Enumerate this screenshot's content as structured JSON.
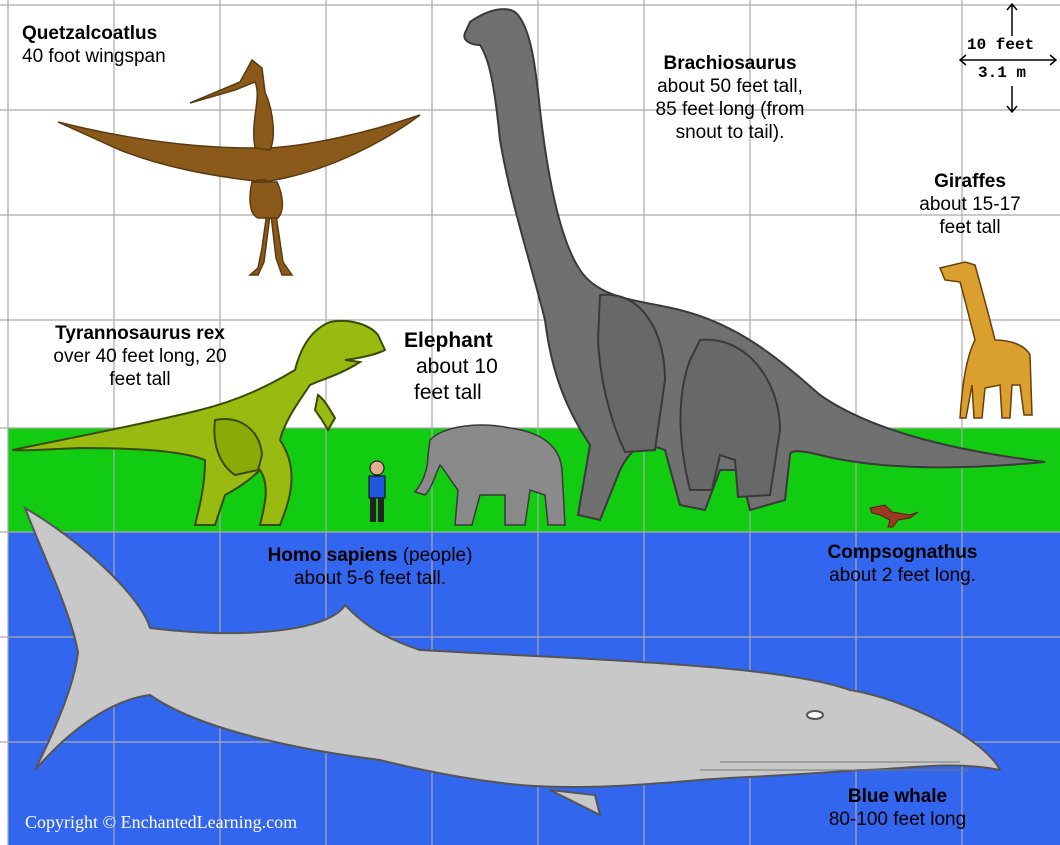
{
  "animals": {
    "quetzalcoatlus": {
      "name": "Quetzalcoatlus",
      "desc": "40 foot wingspan"
    },
    "brachiosaurus": {
      "name": "Brachiosaurus",
      "line1": "about 50 feet tall,",
      "line2": "85 feet long (from",
      "line3": "snout to tail)."
    },
    "giraffes": {
      "name": "Giraffes",
      "line1": "about 15-17",
      "line2": "feet tall"
    },
    "trex": {
      "name": "Tyrannosaurus rex",
      "line1": "over 40 feet long, 20",
      "line2": "feet tall"
    },
    "elephant": {
      "name": "Elephant",
      "line1": "about 10",
      "line2": "feet tall"
    },
    "human": {
      "name": "Homo sapiens",
      "paren": "(people)",
      "line1": "about 5-6 feet tall."
    },
    "compsognathus": {
      "name": "Compsognathus",
      "line1": "about 2 feet long."
    },
    "blue_whale": {
      "name": "Blue whale",
      "line1": "80-100 feet long"
    }
  },
  "scale": {
    "feet": "10 feet",
    "meters": "3.1 m"
  },
  "copyright": "Copyright © EnchantedLearning.com",
  "colors": {
    "sky": "#ffffff",
    "grass": "#11cc11",
    "water": "#3366ee",
    "grid": "#b0b0b0",
    "whale": "#c8c8c8",
    "brachiosaurus": "#707070",
    "trex": "#99bb11",
    "quetzalcoatlus": "#8b5a1a",
    "elephant": "#8a8a8a"
  }
}
